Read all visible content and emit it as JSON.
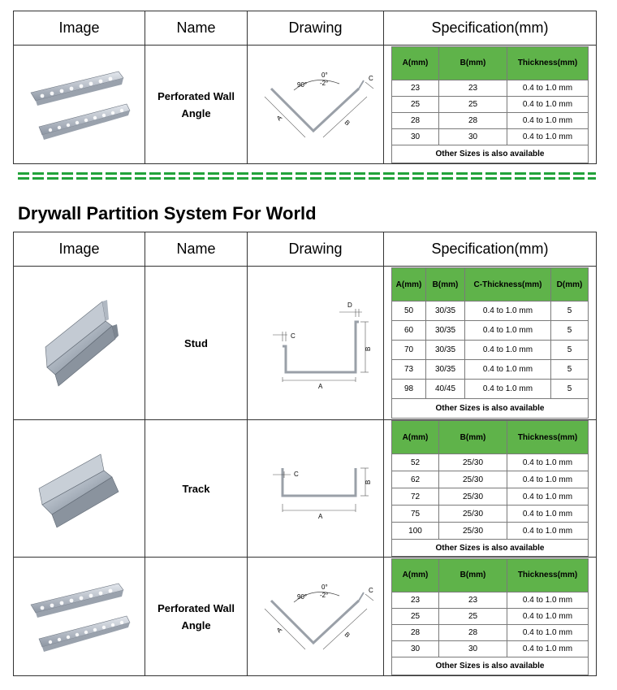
{
  "headers": {
    "image": "Image",
    "name": "Name",
    "drawing": "Drawing",
    "spec": "Specification(mm)"
  },
  "section_title": "Drywall Partition System For World",
  "angle": {
    "name_line1": "Perforated Wall",
    "name_line2": "Angle",
    "drawing_labels": {
      "angle90": "90°",
      "angle0": "0°",
      "angle2": "-2°",
      "a": "A",
      "b": "B",
      "c": "C"
    },
    "spec_headers": [
      "A(mm)",
      "B(mm)",
      "Thickness(mm)"
    ],
    "rows": [
      [
        "23",
        "23",
        "0.4 to 1.0 mm"
      ],
      [
        "25",
        "25",
        "0.4 to 1.0 mm"
      ],
      [
        "28",
        "28",
        "0.4 to 1.0 mm"
      ],
      [
        "30",
        "30",
        "0.4 to 1.0 mm"
      ]
    ],
    "footer": "Other Sizes is also available"
  },
  "stud": {
    "name": "Stud",
    "drawing_labels": {
      "a": "A",
      "b": "B",
      "c": "C",
      "d": "D"
    },
    "spec_headers": [
      "A(mm)",
      "B(mm)",
      "C-Thickness(mm)",
      "D(mm)"
    ],
    "rows": [
      [
        "50",
        "30/35",
        "0.4 to 1.0 mm",
        "5"
      ],
      [
        "60",
        "30/35",
        "0.4 to 1.0 mm",
        "5"
      ],
      [
        "70",
        "30/35",
        "0.4 to 1.0 mm",
        "5"
      ],
      [
        "73",
        "30/35",
        "0.4 to 1.0 mm",
        "5"
      ],
      [
        "98",
        "40/45",
        "0.4 to 1.0 mm",
        "5"
      ]
    ],
    "footer": "Other Sizes is also available"
  },
  "track": {
    "name": "Track",
    "drawing_labels": {
      "a": "A",
      "b": "B",
      "c": "C"
    },
    "spec_headers": [
      "A(mm)",
      "B(mm)",
      "Thickness(mm)"
    ],
    "rows": [
      [
        "52",
        "25/30",
        "0.4 to 1.0 mm"
      ],
      [
        "62",
        "25/30",
        "0.4 to 1.0 mm"
      ],
      [
        "72",
        "25/30",
        "0.4 to 1.0 mm"
      ],
      [
        "75",
        "25/30",
        "0.4 to 1.0 mm"
      ],
      [
        "100",
        "25/30",
        "0.4 to 1.0 mm"
      ]
    ],
    "footer": "Other Sizes is also available"
  },
  "colors": {
    "spec_header_bg": "#5fb34a",
    "divider": "#22a33a"
  }
}
